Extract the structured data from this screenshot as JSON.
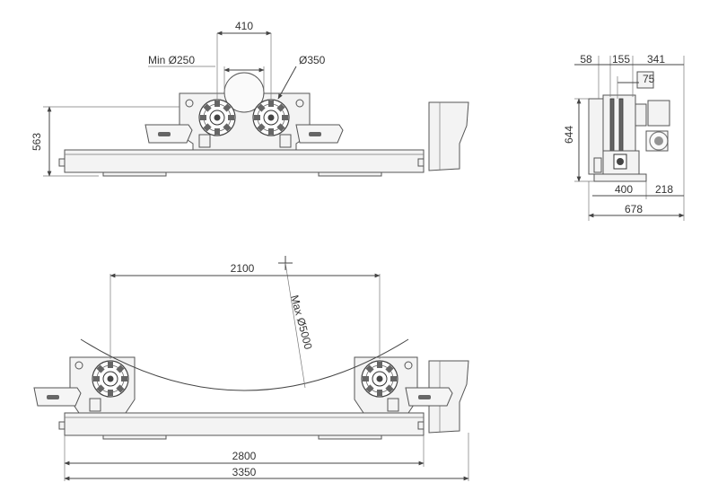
{
  "views": {
    "front": {
      "dims": {
        "roller_spacing": "410",
        "min_diameter": "Min Ø250",
        "roller_diameter": "Ø350",
        "height": "563"
      }
    },
    "side": {
      "dims": {
        "d58": "58",
        "d155": "155",
        "d341": "341",
        "d75": "75",
        "height": "644",
        "d400": "400",
        "d218": "218",
        "width": "678"
      }
    },
    "bottom": {
      "dims": {
        "span": "2100",
        "max_diameter": "Max Ø5000",
        "inner_length": "2800",
        "overall_length": "3350"
      }
    }
  },
  "colors": {
    "line": "#444444",
    "part_fill": "#f3f3f3",
    "dark": "#666666"
  }
}
